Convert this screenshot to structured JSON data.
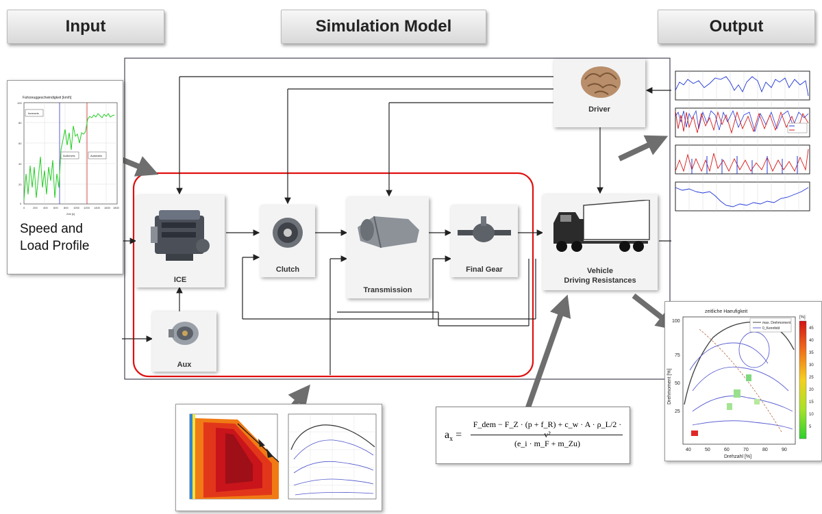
{
  "headers": {
    "input": "Input",
    "model": "Simulation Model",
    "output": "Output"
  },
  "input_panel": {
    "label_line1": "Speed and",
    "label_line2": "Load Profile",
    "chart_title": "Fahrzeuggeschwindigkeit [km/h]",
    "zones": [
      "Innerorts",
      "Außerorts",
      "Autobahn"
    ],
    "x_label": "Zeit [s]",
    "x_ticks": [
      "0",
      "200",
      "400",
      "600",
      "800",
      "1000",
      "1200",
      "1400",
      "1600",
      "1800"
    ],
    "y_ticks": [
      "100",
      "80",
      "60",
      "40",
      "20",
      "0"
    ]
  },
  "components": {
    "ice": "ICE",
    "clutch": "Clutch",
    "transmission": "Transmission",
    "final_gear": "Final Gear",
    "vehicle_line1": "Vehicle",
    "vehicle_line2": "Driving Resistances",
    "aux": "Aux",
    "driver": "Driver"
  },
  "formula": {
    "lhs": "a",
    "lhs_sub": "x",
    "numerator": "F_dem − F_Z · (p + f_R) + c_w · A · ρ_L/2 · v²",
    "denominator": "(e_i · m_F + m_Zu)"
  },
  "output_map": {
    "title": "zeitliche Haeufigkeit",
    "legend1": "max. Drehmoment",
    "legend2": "0_Kennfeld",
    "y_label": "Drehmoment [%]",
    "x_label": "Drehzahl [%]",
    "y_ticks": [
      "100",
      "75",
      "50",
      "25"
    ],
    "x_ticks": [
      "40",
      "50",
      "60",
      "70",
      "80",
      "90"
    ],
    "colorbar_ticks": [
      "45",
      "40",
      "35",
      "30",
      "25",
      "20",
      "15",
      "10",
      "5"
    ],
    "colorbar_unit": "[%]"
  },
  "colors": {
    "loop_red": "#e01010",
    "arrow_gray": "#707070",
    "line": "#222222"
  }
}
